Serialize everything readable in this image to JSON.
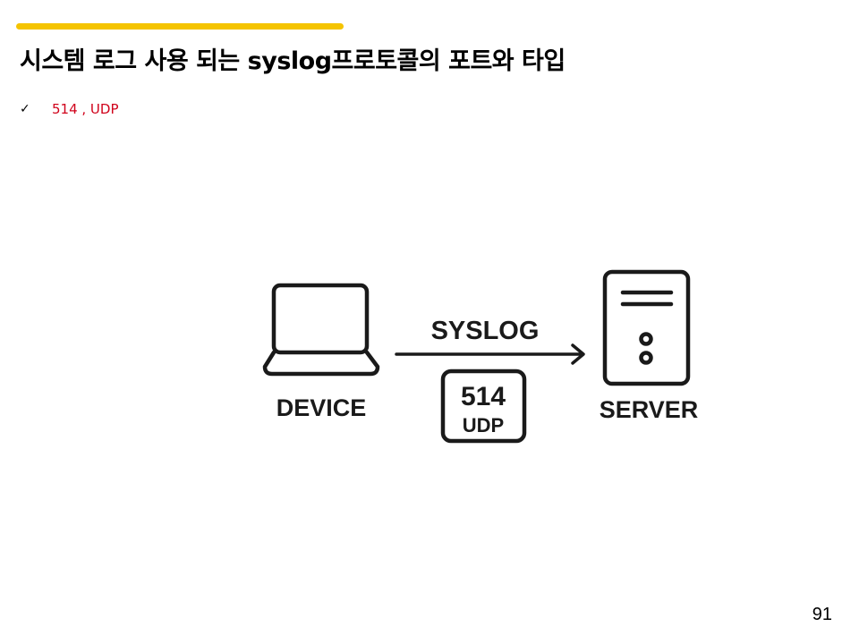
{
  "title": "시스템 로그 사용 되는 syslog프로토콜의 포트와 타입",
  "bullet": {
    "icon": "check-icon",
    "text": "514 , UDP"
  },
  "diagram": {
    "device_label": "DEVICE",
    "server_label": "SERVER",
    "protocol_label": "SYSLOG",
    "port": "514",
    "transport": "UDP"
  },
  "page_number": "91",
  "colors": {
    "accent": "#f5c400",
    "bullet_text": "#d0021b"
  }
}
